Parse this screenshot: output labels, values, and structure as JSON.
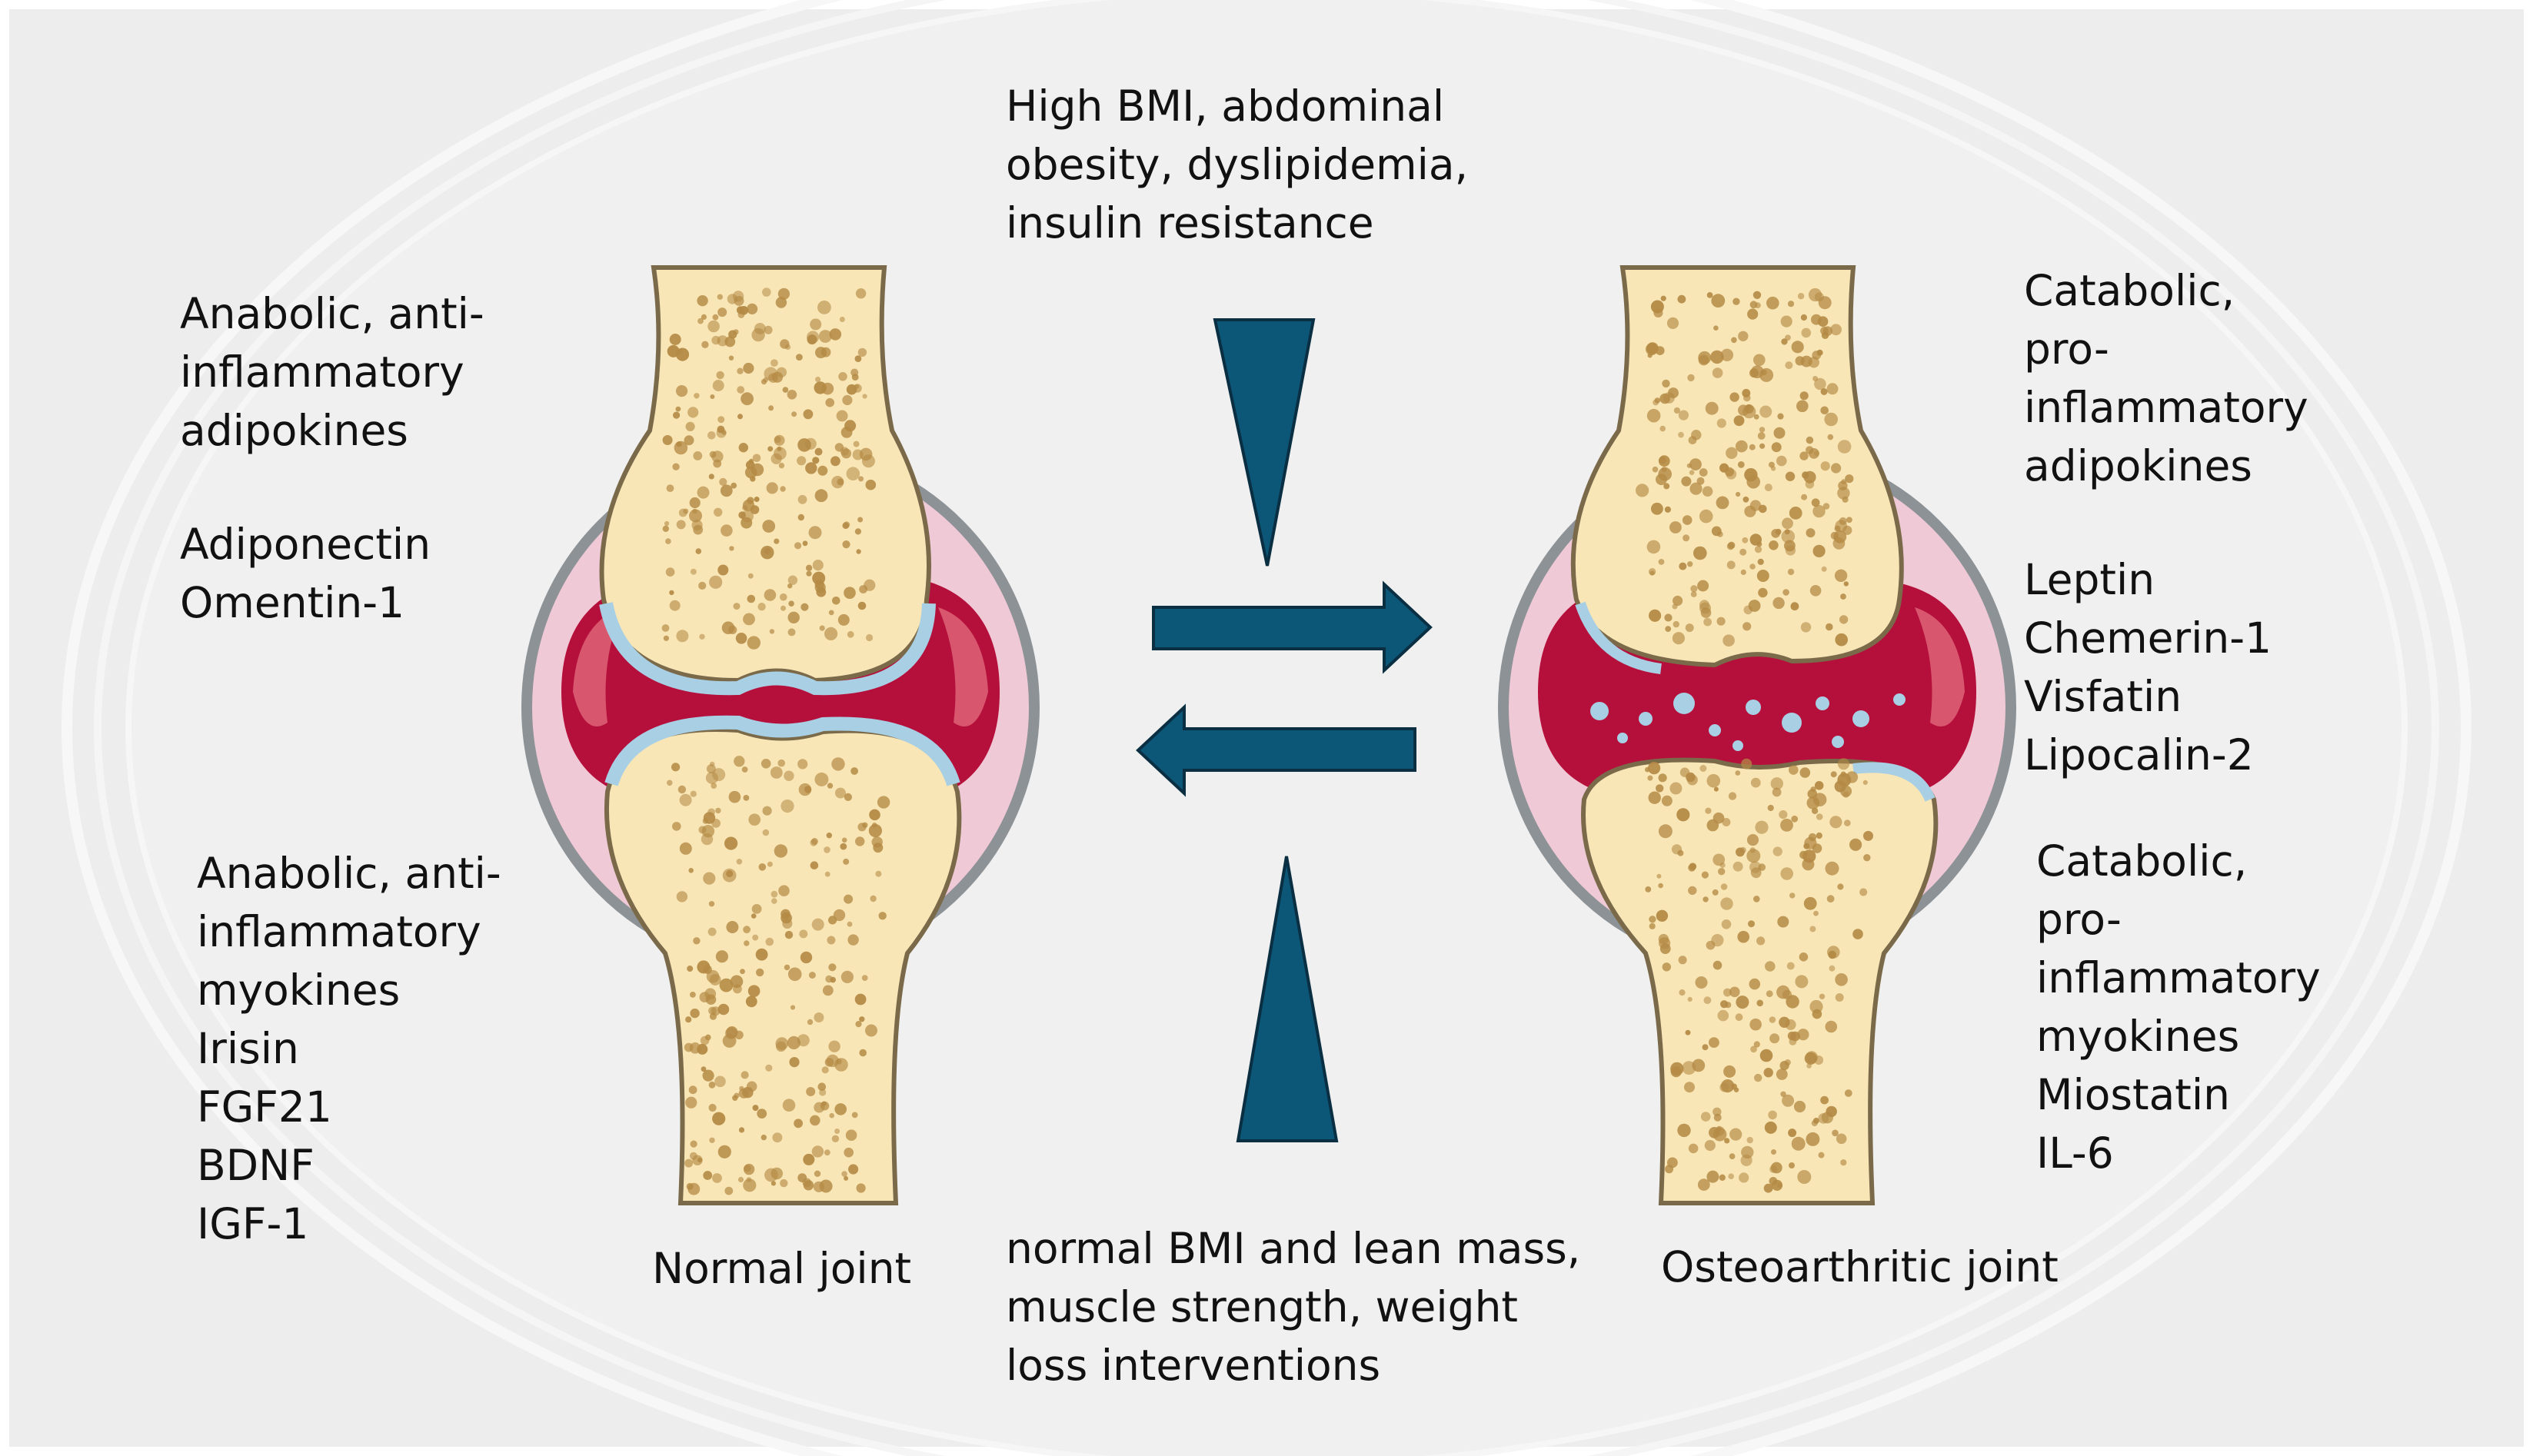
{
  "colors": {
    "background": "#ededed",
    "bone": "#f9e6b6",
    "bone_pore": "#b48a45",
    "cartilage": "#a8cfe4",
    "synovium": "#b5103c",
    "capsule_fill": "#efc9d5",
    "capsule_stroke": "#8d9296",
    "arrow": "#0c5678"
  },
  "icons": {
    "balance_arrows": "double-arrow-right-left",
    "triangle_top": "triangle-down",
    "triangle_bottom": "triangle-up"
  },
  "top_center": [
    "High BMI, abdominal",
    "obesity, dyslipidemia,",
    "insulin resistance"
  ],
  "bottom_center": [
    "normal BMI and lean mass,",
    "muscle strength, weight",
    "loss interventions"
  ],
  "left_top": [
    "Anabolic, anti-",
    "inflammatory",
    "adipokines"
  ],
  "left_mid": [
    "Adiponectin",
    "Omentin-1"
  ],
  "left_bottom": [
    "Anabolic, anti-",
    "inflammatory",
    "myokines",
    "Irisin",
    "FGF21",
    "BDNF",
    "IGF-1"
  ],
  "right_top": [
    "Catabolic,",
    "pro-",
    "inflammatory",
    "adipokines"
  ],
  "right_mid": [
    "Leptin",
    "Chemerin-1",
    "Visfatin",
    "Lipocalin-2"
  ],
  "right_bottom": [
    "Catabolic,",
    "pro-",
    "inflammatory",
    "myokines",
    "Miostatin",
    "IL-6"
  ],
  "normal_label": "Normal joint",
  "oa_label": "Osteoarthritic joint"
}
